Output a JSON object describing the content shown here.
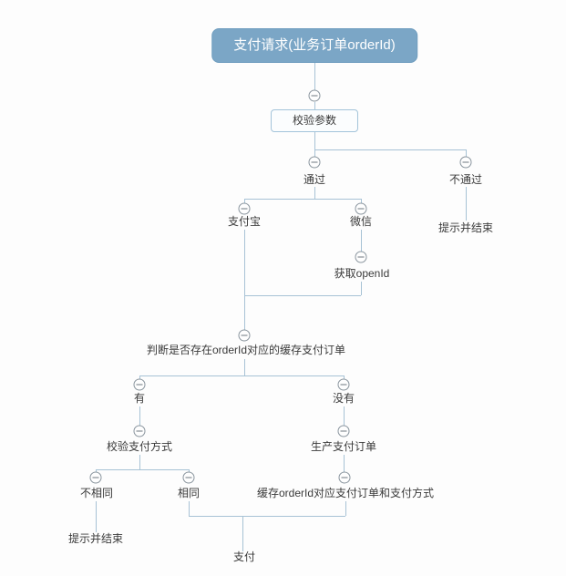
{
  "diagram": {
    "type": "mindmap-flow",
    "topic": "payment-request-flow",
    "nodes": [
      {
        "id": "root",
        "label": "支付请求(业务订单orderId)"
      },
      {
        "id": "check-params",
        "label": "校验参数"
      },
      {
        "id": "pass",
        "label": "通过"
      },
      {
        "id": "fail",
        "label": "不通过"
      },
      {
        "id": "alipay",
        "label": "支付宝"
      },
      {
        "id": "wechat",
        "label": "微信"
      },
      {
        "id": "fail-end",
        "label": "提示并结束"
      },
      {
        "id": "get-openid",
        "label": "获取openId"
      },
      {
        "id": "judge-cache",
        "label": "判断是否存在orderId对应的缓存支付订单"
      },
      {
        "id": "has",
        "label": "有"
      },
      {
        "id": "has-not",
        "label": "没有"
      },
      {
        "id": "verify-pay-type",
        "label": "校验支付方式"
      },
      {
        "id": "create-order",
        "label": "生产支付订单"
      },
      {
        "id": "different",
        "label": "不相同"
      },
      {
        "id": "same",
        "label": "相同"
      },
      {
        "id": "cache-order",
        "label": "缓存orderId对应支付订单和支付方式"
      },
      {
        "id": "diff-end",
        "label": "提示并结束"
      },
      {
        "id": "pay",
        "label": "支付"
      }
    ],
    "colors": {
      "root_fill": "#7ba6c6",
      "root_border": "#6f9dbf",
      "root_text": "#ffffff",
      "connector": "#a7c2d5",
      "box_fill": "#fbfdfe",
      "box_border": "#a3c4da",
      "text": "#3a3a3a",
      "collapse_icon_border": "#8a959e",
      "background": "#fdfdfd"
    },
    "icon_legend": {
      "collapse": "minus-circle-icon"
    }
  }
}
